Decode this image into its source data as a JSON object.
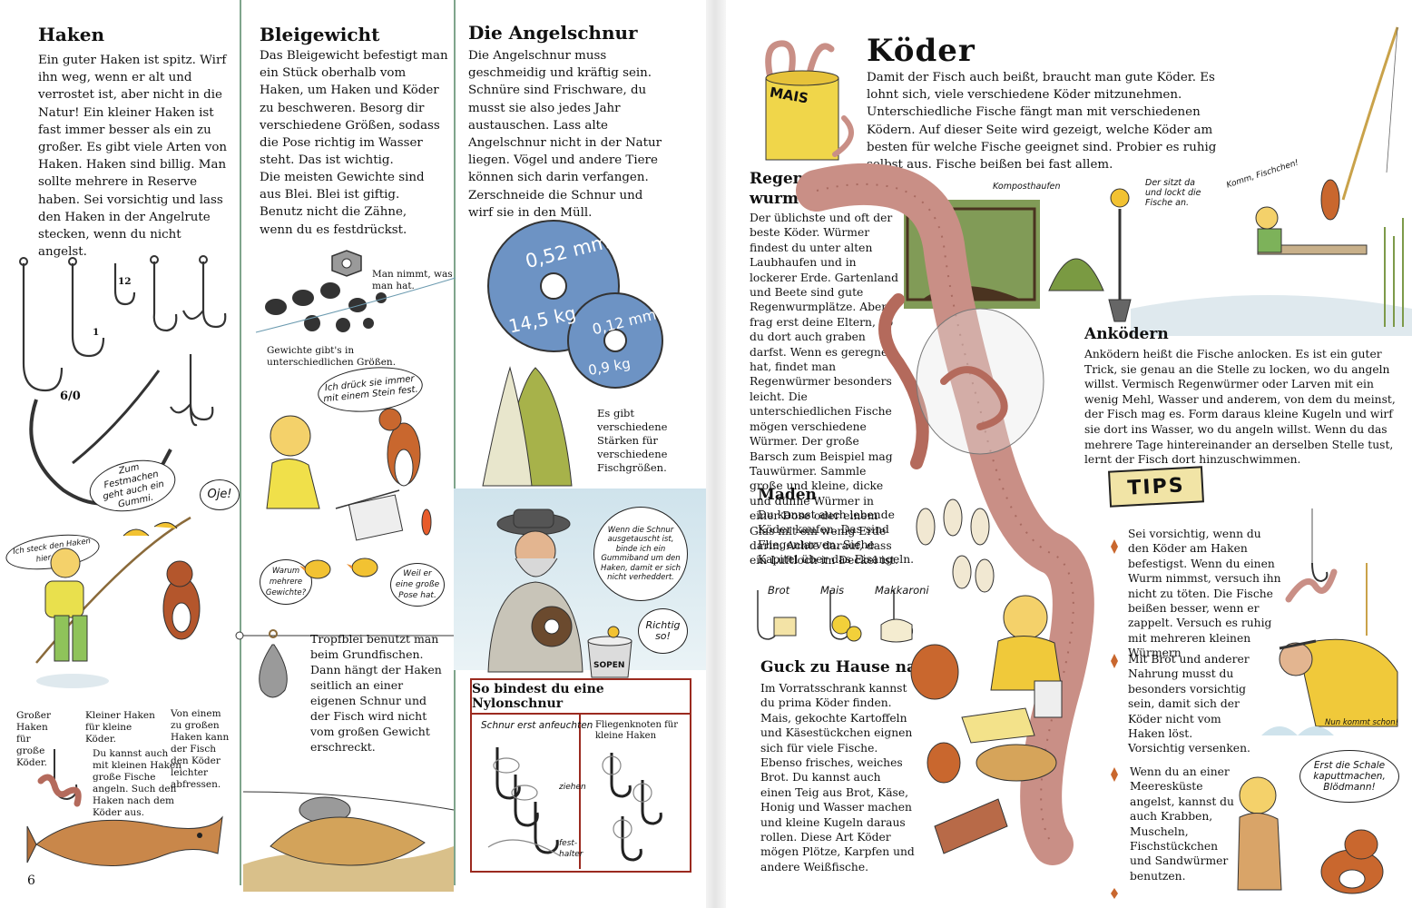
{
  "page_number": "6",
  "haken": {
    "title": "Haken",
    "body": "Ein guter Haken ist spitz. Wirf ihn weg, wenn er alt und verrostet ist, aber nicht in die Natur! Ein kleiner Haken ist fast immer besser als ein zu großer. Es gibt viele Arten von Haken. Haken sind billig. Man sollte mehrere in Reserve haben. Sei vorsichtig und lass den Haken in der Angelrute stecken, wenn du nicht angelst.",
    "hook_sizes": [
      "12",
      "1",
      "6/0"
    ],
    "bubble_gummi": "Zum Festmachen geht auch ein Gummi.",
    "bubble_oje": "Oje!",
    "bubble_steck": "Ich steck den Haken hier rein.",
    "note_gross": "Großer Haken für große Köder.",
    "note_klein": "Kleiner Haken für kleine Köder.",
    "note_zugross": "Von einem zu großen Haken kann der Fisch den Köder leichter abfressen.",
    "note_kannst": "Du kannst auch mit kleinen Haken große Fische angeln. Such den Haken nach dem Köder aus."
  },
  "bleigewicht": {
    "title": "Bleigewicht",
    "body1": "Das Bleigewicht befestigt man ein Stück oberhalb vom Haken, um Haken und Köder zu beschweren. Besorg dir verschiedene Größen, sodass die Pose richtig im Wasser steht. Das ist wichtig.",
    "body2": "Die meisten Gewichte sind aus Blei. Blei ist giftig. Benutz nicht die Zähne, wenn du es festdrückst.",
    "note_mutter": "Man nimmt, was man hat.",
    "note_groessen": "Gewichte gibt's in unterschiedlichen Größen.",
    "bubble_stein": "Ich drück sie immer mit einem Stein fest.",
    "bubble_warum": "Warum mehrere Gewichte?",
    "bubble_weil": "Weil er eine große Pose hat.",
    "tropfblei": "Tropfblei benutzt man beim Grundfischen. Dann hängt der Haken seitlich an einer eigenen Schnur und der Fisch wird nicht vom großen Gewicht erschreckt."
  },
  "angelschnur": {
    "title": "Die Angelschnur",
    "body": "Die Angelschnur muss geschmeidig und kräftig sein. Schnüre sind Frischware, du musst sie also jedes Jahr austauschen. Lass alte Angelschnur nicht in der Natur liegen. Vögel und andere Tiere können sich darin verfangen. Zerschneide die Schnur und wirf sie in den Müll.",
    "spool_big_top": "0,52 mm",
    "spool_big_bottom": "14,5 kg",
    "spool_small_top": "0,12 mm",
    "spool_small_bottom": "0,9 kg",
    "note_staerken": "Es gibt verschiedene Stärken für verschiedene Fischgrößen.",
    "bubble_gummiband": "Wenn die Schnur ausgetauscht ist, binde ich ein Gummiband um den Haken, damit er sich nicht verheddert.",
    "bubble_richtig": "Richtig so!",
    "pot_label": "SOPEN",
    "knot_title": "So bindest du eine Nylonschnur",
    "knot_left": "Schnur erst anfeuchten",
    "knot_right": "Fliegenknoten für kleine Haken",
    "knot_ziehen": "ziehen",
    "knot_fest": "fest-halter"
  },
  "koeder": {
    "title": "Köder",
    "intro": "Damit der Fisch auch beißt, braucht man gute Köder. Es lohnt sich, viele verschiedene Köder mitzunehmen. Unterschiedliche Fische fängt man mit verschiedenen Ködern. Auf dieser Seite wird gezeigt, welche Köder am besten für welche Fische geeignet sind. Probier es ruhig selbst aus. Fische beißen bei fast allem.",
    "can_label": "MAIS",
    "regenwurm_title": "Regen-wurm",
    "regenwurm_body": "Der üblichste und oft der beste Köder. Würmer findest du unter alten Laubhaufen und in lockerer Erde. Gartenland und Beete sind gute Regenwurmplätze. Aber frag erst deine Eltern, ob du dort auch graben darfst. Wenn es geregnet hat, findet man Regenwürmer besonders leicht. Die unterschiedlichen Fische mögen verschiedene Würmer. Der große Barsch zum Beispiel mag Tauwürmer. Sammle große und kleine, dicke und dünne Würmer in einer Dose oder einem Glas mit ein wenig Erde darin. Achte darauf, dass ein Luftloch im Deckel ist.",
    "kompost_label": "Komposthaufen",
    "sitzt_label": "Der sitzt da und lockt die Fische an.",
    "fischchen_label": "Komm, Fischchen!",
    "maden_title": "Maden",
    "maden_body": "Du kannst auch lebende Köder kaufen. Das sind Fliegenlarven. Siehe Kapitel über das Eisangeln.",
    "bait_brot": "Brot",
    "bait_mais": "Mais",
    "bait_makkaroni": "Makkaroni",
    "guck_title": "Guck zu Hause nach",
    "guck_body": "Im Vorratsschrank kannst du prima Köder finden. Mais, gekochte Kartoffeln und Käsestückchen eignen sich für viele Fische. Ebenso frisches, weiches Brot. Du kannst auch einen Teig aus Brot, Käse, Honig und Wasser machen und kleine Kugeln daraus rollen. Diese Art Köder mögen Plötze, Karpfen und andere Weißfische.",
    "ankoedern_title": "Anködern",
    "ankoedern_body": "Anködern heißt die Fische anlocken. Es ist ein guter Trick, sie genau an die Stelle zu locken, wo du angeln willst. Vermisch Regenwürmer oder Larven mit ein wenig Mehl, Wasser und anderem, von dem du meinst, der Fisch mag es. Form daraus kleine Kugeln und wirf sie dort ins Wasser, wo du angeln willst. Wenn du das mehrere Tage hintereinander an derselben Stelle tust, lernt der Fisch dort hinzuschwimmen.",
    "tips_label": "TIPS",
    "tip1": "Sei vorsichtig, wenn du den Köder am Haken befestigst. Wenn du einen Wurm nimmst, versuch ihn nicht zu töten. Die Fische beißen besser, wenn er zappelt. Versuch es ruhig mit mehreren kleinen Würmern",
    "tip2": "Mit Brot und anderer Nahrung musst du besonders vorsichtig sein, damit sich der Köder nicht vom Haken löst. Vorsichtig versenken.",
    "nun_label": "Nun kommt schon!",
    "tip3": "Wenn du an einer Meeresküste angelst, kannst du auch Krabben, Muscheln, Fischstückchen und Sandwürmer benutzen.",
    "bubble_schale": "Erst die Schale kaputtmachen, Blödmann!"
  },
  "colors": {
    "divider": "#7fa58c",
    "spool_blue": "#6d93c4",
    "worm_pink": "#c98f86",
    "knot_border": "#9b2a1f",
    "tips_sign": "#f1e4a6"
  }
}
